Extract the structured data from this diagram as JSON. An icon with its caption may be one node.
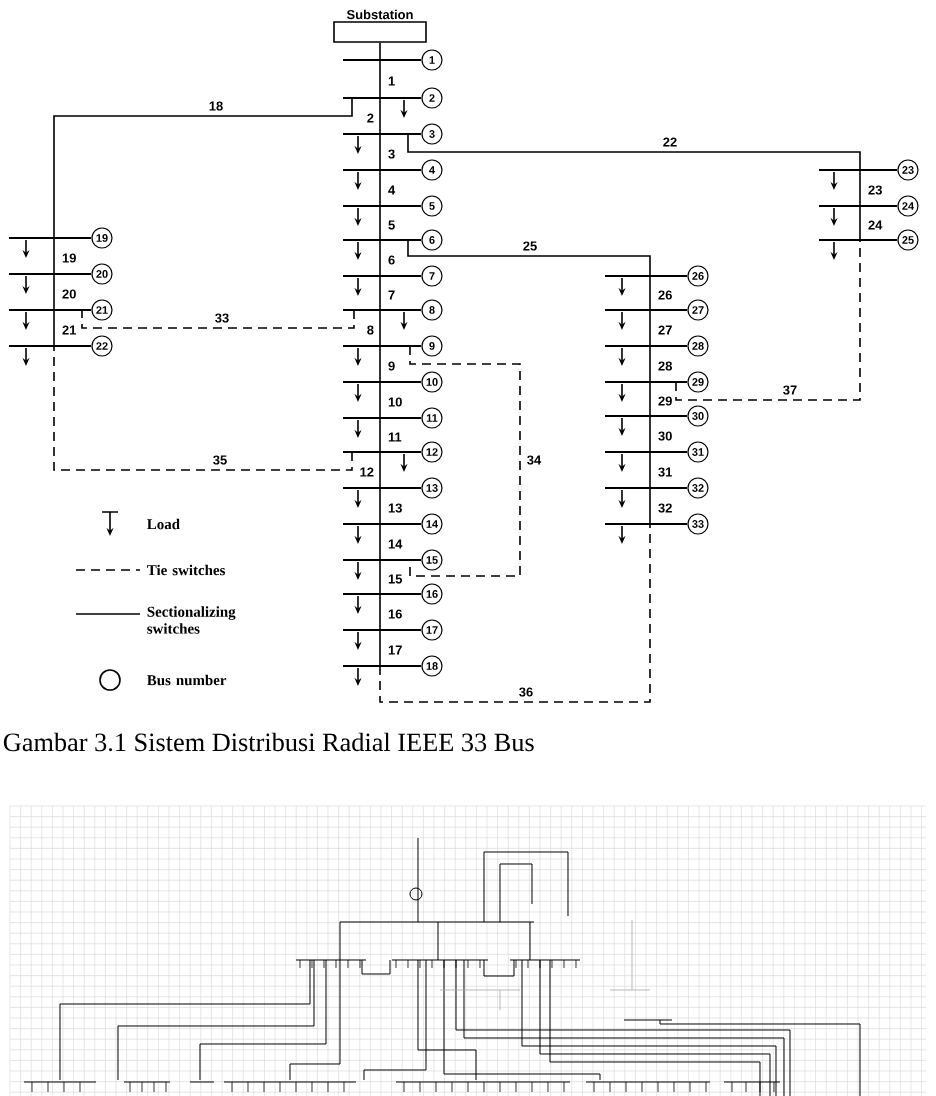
{
  "diagram": {
    "caption": "Gambar 3.1 Sistem Distribusi Radial IEEE 33 Bus",
    "nodes": [
      {
        "text": [
          "Substation"
        ]
      },
      {
        "text": [
          "1"
        ]
      },
      {
        "text": [
          "2"
        ]
      },
      {
        "text": [
          "3"
        ]
      },
      {
        "text": [
          "4"
        ]
      },
      {
        "text": [
          "5"
        ]
      },
      {
        "text": [
          "6"
        ]
      },
      {
        "text": [
          "7"
        ]
      },
      {
        "text": [
          "8"
        ]
      },
      {
        "text": [
          "9"
        ]
      },
      {
        "text": [
          "10"
        ]
      },
      {
        "text": [
          "11"
        ]
      },
      {
        "text": [
          "12"
        ]
      },
      {
        "text": [
          "13"
        ]
      },
      {
        "text": [
          "14"
        ]
      },
      {
        "text": [
          "15"
        ]
      },
      {
        "text": [
          "16"
        ]
      },
      {
        "text": [
          "17"
        ]
      },
      {
        "text": [
          "18"
        ]
      },
      {
        "text": [
          "19"
        ]
      },
      {
        "text": [
          "20"
        ]
      },
      {
        "text": [
          "21"
        ]
      },
      {
        "text": [
          "22"
        ]
      },
      {
        "text": [
          "23"
        ]
      },
      {
        "text": [
          "24"
        ]
      },
      {
        "text": [
          "25"
        ]
      },
      {
        "text": [
          "26"
        ]
      },
      {
        "text": [
          "27"
        ]
      },
      {
        "text": [
          "28"
        ]
      },
      {
        "text": [
          "29"
        ]
      },
      {
        "text": [
          "30"
        ]
      },
      {
        "text": [
          "31"
        ]
      },
      {
        "text": [
          "32"
        ]
      },
      {
        "text": [
          "33"
        ]
      }
    ],
    "edges": [
      {
        "from": 0,
        "to": 1,
        "arrow": "none"
      },
      {
        "from": 1,
        "to": 2,
        "arrow": "none",
        "label": "1"
      },
      {
        "from": 2,
        "to": 3,
        "arrow": "none",
        "label": "2"
      },
      {
        "from": 3,
        "to": 4,
        "arrow": "none",
        "label": "3"
      },
      {
        "from": 4,
        "to": 5,
        "arrow": "none",
        "label": "4"
      },
      {
        "from": 5,
        "to": 6,
        "arrow": "none",
        "label": "5"
      },
      {
        "from": 6,
        "to": 7,
        "arrow": "none",
        "label": "6"
      },
      {
        "from": 7,
        "to": 8,
        "arrow": "none",
        "label": "7"
      },
      {
        "from": 8,
        "to": 9,
        "arrow": "none",
        "label": "8"
      },
      {
        "from": 9,
        "to": 10,
        "arrow": "none",
        "label": "9"
      },
      {
        "from": 10,
        "to": 11,
        "arrow": "none",
        "label": "10"
      },
      {
        "from": 11,
        "to": 12,
        "arrow": "none",
        "label": "11"
      },
      {
        "from": 12,
        "to": 13,
        "arrow": "none",
        "label": "12"
      },
      {
        "from": 13,
        "to": 14,
        "arrow": "none",
        "label": "13"
      },
      {
        "from": 14,
        "to": 15,
        "arrow": "none",
        "label": "14"
      },
      {
        "from": 15,
        "to": 16,
        "arrow": "none",
        "label": "15"
      },
      {
        "from": 16,
        "to": 17,
        "arrow": "none",
        "label": "16"
      },
      {
        "from": 17,
        "to": 18,
        "arrow": "none",
        "label": "17"
      },
      {
        "from": 2,
        "to": 19,
        "arrow": "none",
        "label": "18"
      },
      {
        "from": 19,
        "to": 20,
        "arrow": "none",
        "label": "19"
      },
      {
        "from": 20,
        "to": 21,
        "arrow": "none",
        "label": "20"
      },
      {
        "from": 21,
        "to": 22,
        "arrow": "none",
        "label": "21"
      },
      {
        "from": 3,
        "to": 23,
        "arrow": "none",
        "label": "22"
      },
      {
        "from": 23,
        "to": 24,
        "arrow": "none",
        "label": "23"
      },
      {
        "from": 24,
        "to": 25,
        "arrow": "none",
        "label": "24"
      },
      {
        "from": 6,
        "to": 26,
        "arrow": "none",
        "label": "25"
      },
      {
        "from": 26,
        "to": 27,
        "arrow": "none",
        "label": "26"
      },
      {
        "from": 27,
        "to": 28,
        "arrow": "none",
        "label": "27"
      },
      {
        "from": 28,
        "to": 29,
        "arrow": "none",
        "label": "28"
      },
      {
        "from": 29,
        "to": 30,
        "arrow": "none",
        "label": "29"
      },
      {
        "from": 30,
        "to": 31,
        "arrow": "none",
        "label": "30"
      },
      {
        "from": 31,
        "to": 32,
        "arrow": "none",
        "label": "31"
      },
      {
        "from": 32,
        "to": 33,
        "arrow": "none",
        "label": "32"
      },
      {
        "from": 8,
        "to": 21,
        "arrow": "none",
        "label": "33",
        "style": "dashed"
      },
      {
        "from": 9,
        "to": 15,
        "arrow": "none",
        "label": "34",
        "style": "dashed"
      },
      {
        "from": 12,
        "to": 22,
        "arrow": "none",
        "label": "35",
        "style": "dashed"
      },
      {
        "from": 18,
        "to": 33,
        "arrow": "none",
        "label": "36",
        "style": "dashed"
      },
      {
        "from": 29,
        "to": 25,
        "arrow": "none",
        "label": "37",
        "style": "dashed"
      }
    ],
    "legend": [
      {
        "text": "Load"
      },
      {
        "text": "Tie switches"
      },
      {
        "text": "Sectionalizing switches"
      },
      {
        "text": "Bus number"
      }
    ]
  }
}
